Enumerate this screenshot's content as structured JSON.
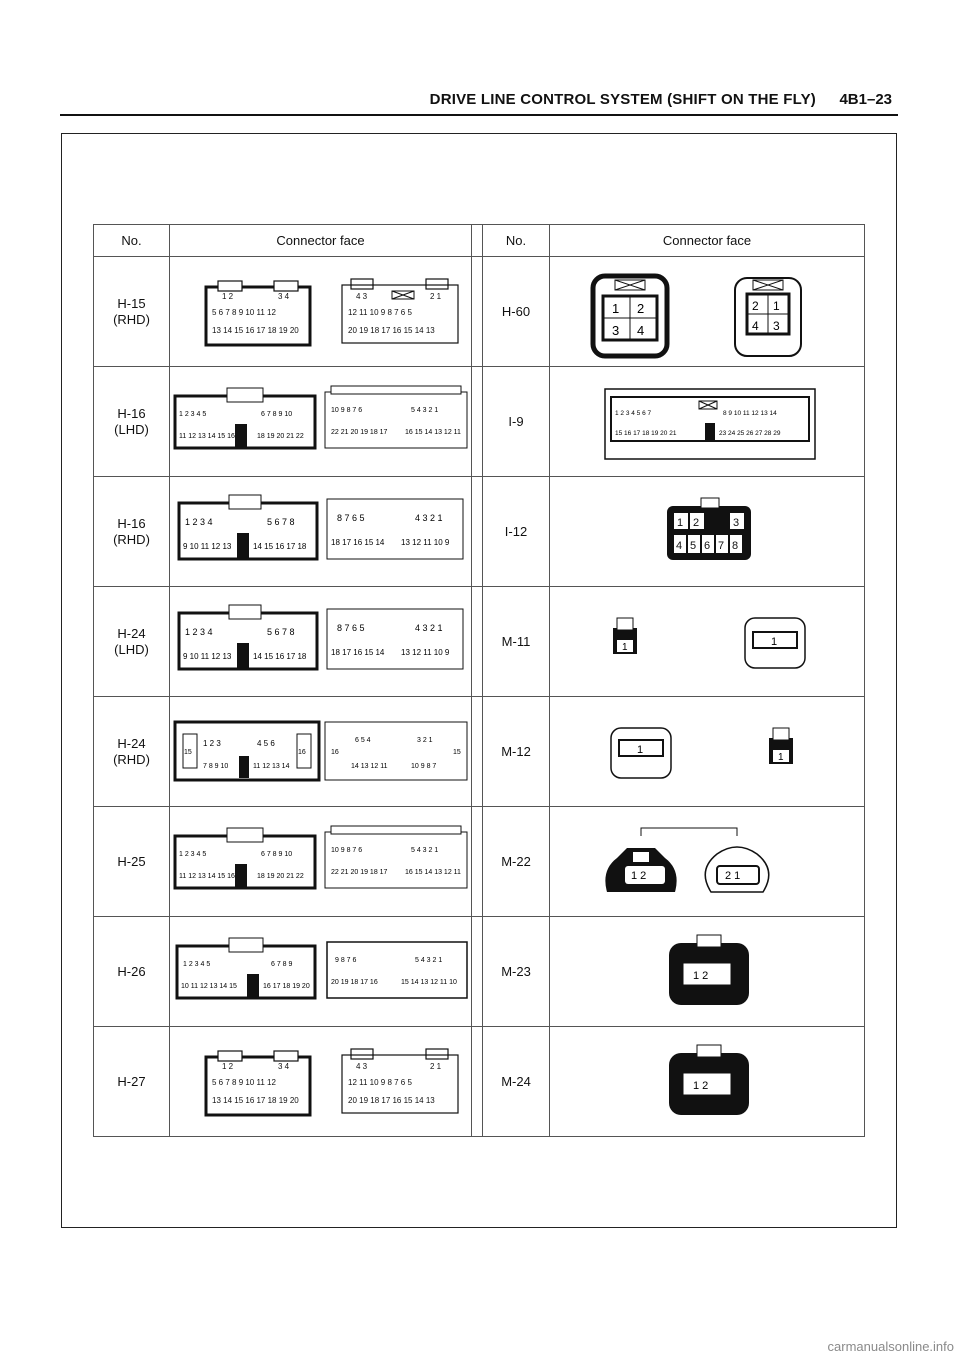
{
  "header": {
    "title": "DRIVE LINE CONTROL SYSTEM (SHIFT ON THE FLY)",
    "page": "4B1–23"
  },
  "table": {
    "col_no": "No.",
    "col_face": "Connector face"
  },
  "left_rows": [
    {
      "no": "H-15",
      "note": "(RHD)"
    },
    {
      "no": "H-16",
      "note": "(LHD)"
    },
    {
      "no": "H-16",
      "note": "(RHD)"
    },
    {
      "no": "H-24",
      "note": "(LHD)"
    },
    {
      "no": "H-24",
      "note": "(RHD)"
    },
    {
      "no": "H-25",
      "note": ""
    },
    {
      "no": "H-26",
      "note": ""
    },
    {
      "no": "H-27",
      "note": ""
    }
  ],
  "right_rows": [
    {
      "no": "H-60"
    },
    {
      "no": "I-9"
    },
    {
      "no": "I-12"
    },
    {
      "no": "M-11"
    },
    {
      "no": "M-12"
    },
    {
      "no": "M-22"
    },
    {
      "no": "M-23"
    },
    {
      "no": "M-24"
    }
  ],
  "footer": "carmanualsonline.info"
}
